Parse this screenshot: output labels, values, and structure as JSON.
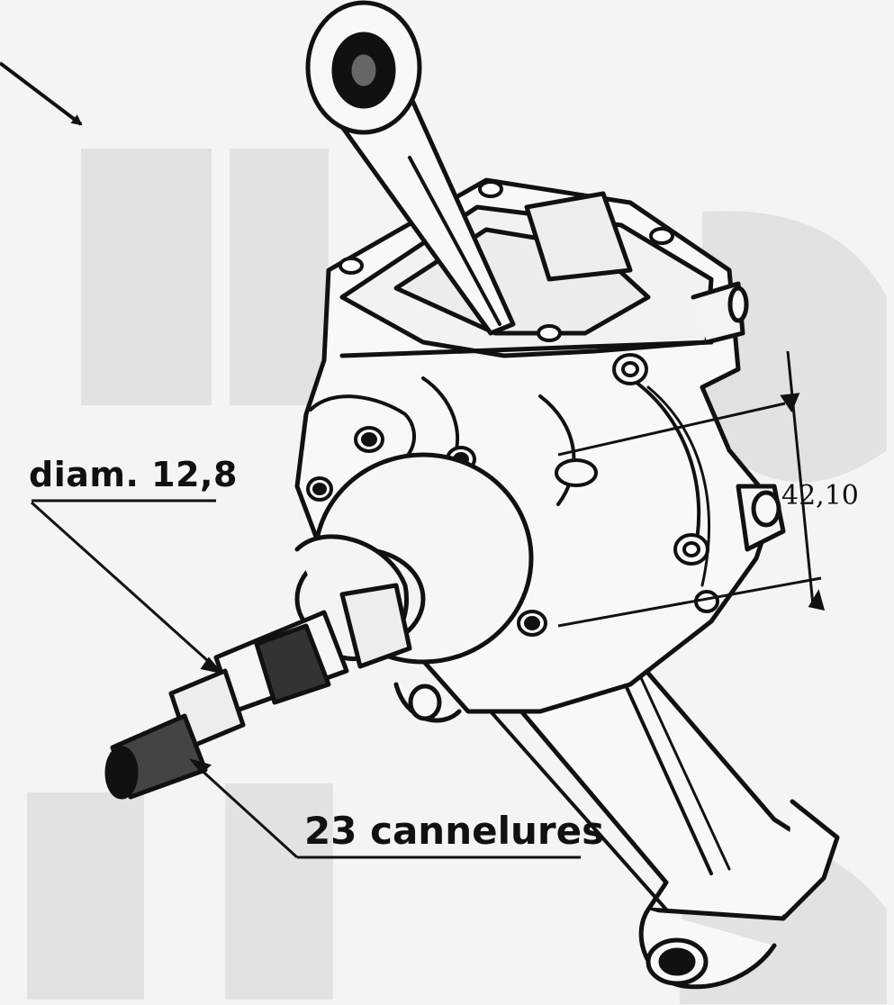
{
  "labels": {
    "diameter": "diam. 12,8",
    "splines": "23 cannelures",
    "dimension": "42,10"
  },
  "colors": {
    "ink": "#111111",
    "paper": "#f4f4f2",
    "watermark": "#d4d4d4"
  }
}
